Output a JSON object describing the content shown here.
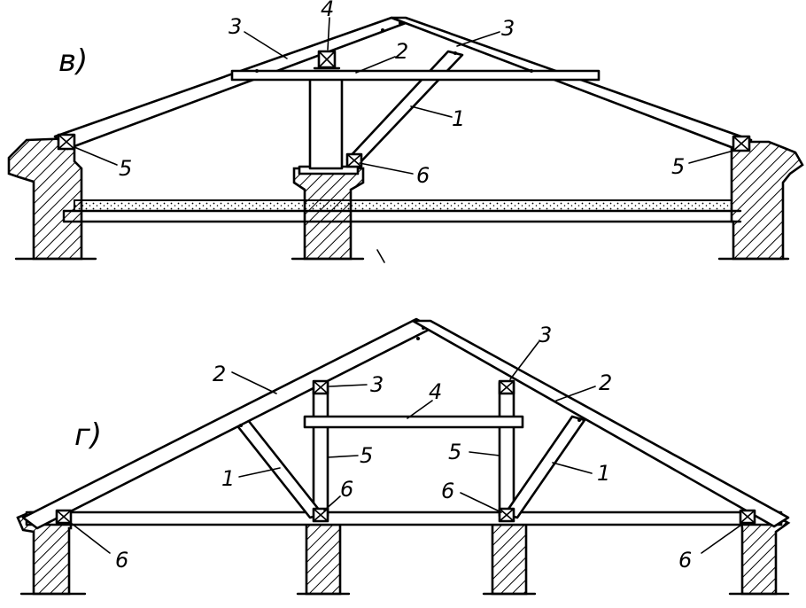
{
  "figures": [
    {
      "caption": "в)",
      "labels": {
        "l1": "1",
        "l2": "2",
        "l3a": "3",
        "l3b": "3",
        "l4": "4",
        "l5a": "5",
        "l5b": "5",
        "l6": "6"
      }
    },
    {
      "caption": "г)",
      "labels": {
        "l1a": "1",
        "l1b": "1",
        "l2a": "2",
        "l2b": "2",
        "l3a": "3",
        "l3b": "3",
        "l4": "4",
        "l5a": "5",
        "l5b": "5",
        "l6a": "6",
        "l6b": "6",
        "l6c": "6",
        "l6d": "6"
      }
    }
  ]
}
